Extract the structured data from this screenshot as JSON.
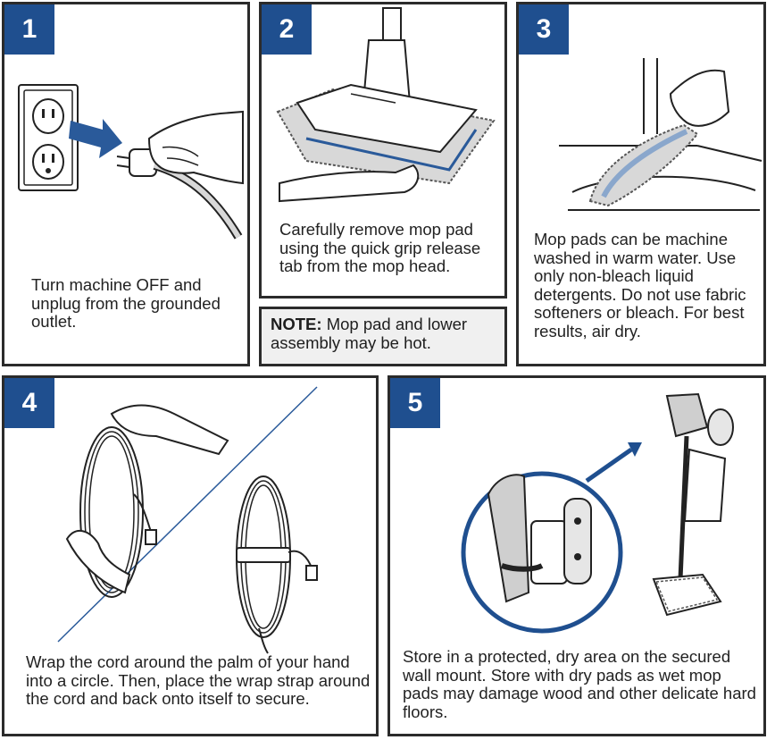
{
  "colors": {
    "badge": "#1f4f8f",
    "border": "#2b2b2b",
    "note_bg": "#f0f0f0",
    "accent_blue": "#2a5a9a"
  },
  "steps": [
    {
      "number": "1",
      "text": "Turn machine OFF and unplug from the grounded outlet."
    },
    {
      "number": "2",
      "text": "Carefully remove mop pad using the quick grip release tab from the mop head."
    },
    {
      "number": "3",
      "text": "Mop pads can be machine washed in warm water. Use only non-bleach liquid detergents. Do not use fabric softeners or bleach. For best results, air dry."
    },
    {
      "number": "4",
      "text": "Wrap the cord around the palm of your hand into a circle. Then, place the wrap strap around the cord and back onto itself to secure."
    },
    {
      "number": "5",
      "text": "Store in a protected, dry area on the secured wall mount. Store with dry pads as wet mop pads may damage wood and other delicate hard floors."
    }
  ],
  "note": {
    "label": "NOTE:",
    "text": "Mop pad and lower assembly may be hot."
  }
}
